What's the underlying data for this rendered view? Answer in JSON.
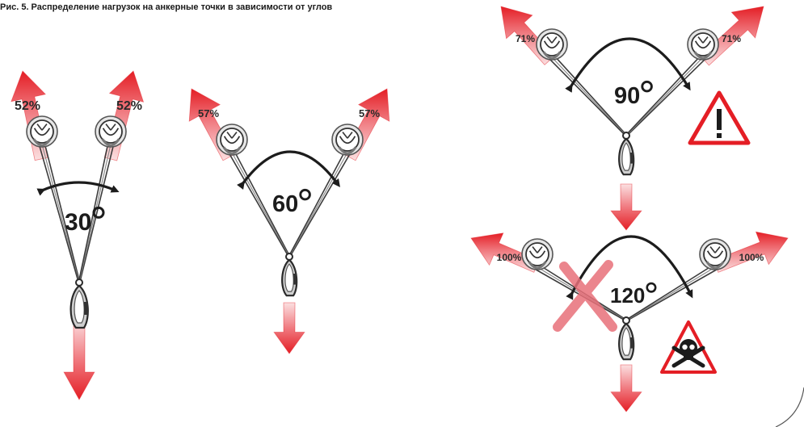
{
  "caption": "Рис. 5. Распределение нагрузок на анкерные точки в зависимости от углов",
  "colors": {
    "arrow": "#e41e25",
    "arrow_light": "#f7c9cb",
    "rope": "#4a4a4a",
    "cross": "#e8707a",
    "warning": "#e41e25"
  },
  "panels": [
    {
      "angle": "30",
      "load_left": "52%",
      "load_right": "52%"
    },
    {
      "angle": "60",
      "load_left": "57%",
      "load_right": "57%"
    },
    {
      "angle": "90",
      "load_left": "71%",
      "load_right": "71%",
      "warning_icon": "warning-triangle-icon"
    },
    {
      "angle": "120",
      "load_left": "100%",
      "load_right": "100%",
      "warning_icon": "danger-skull-icon",
      "rejected": true
    }
  ]
}
